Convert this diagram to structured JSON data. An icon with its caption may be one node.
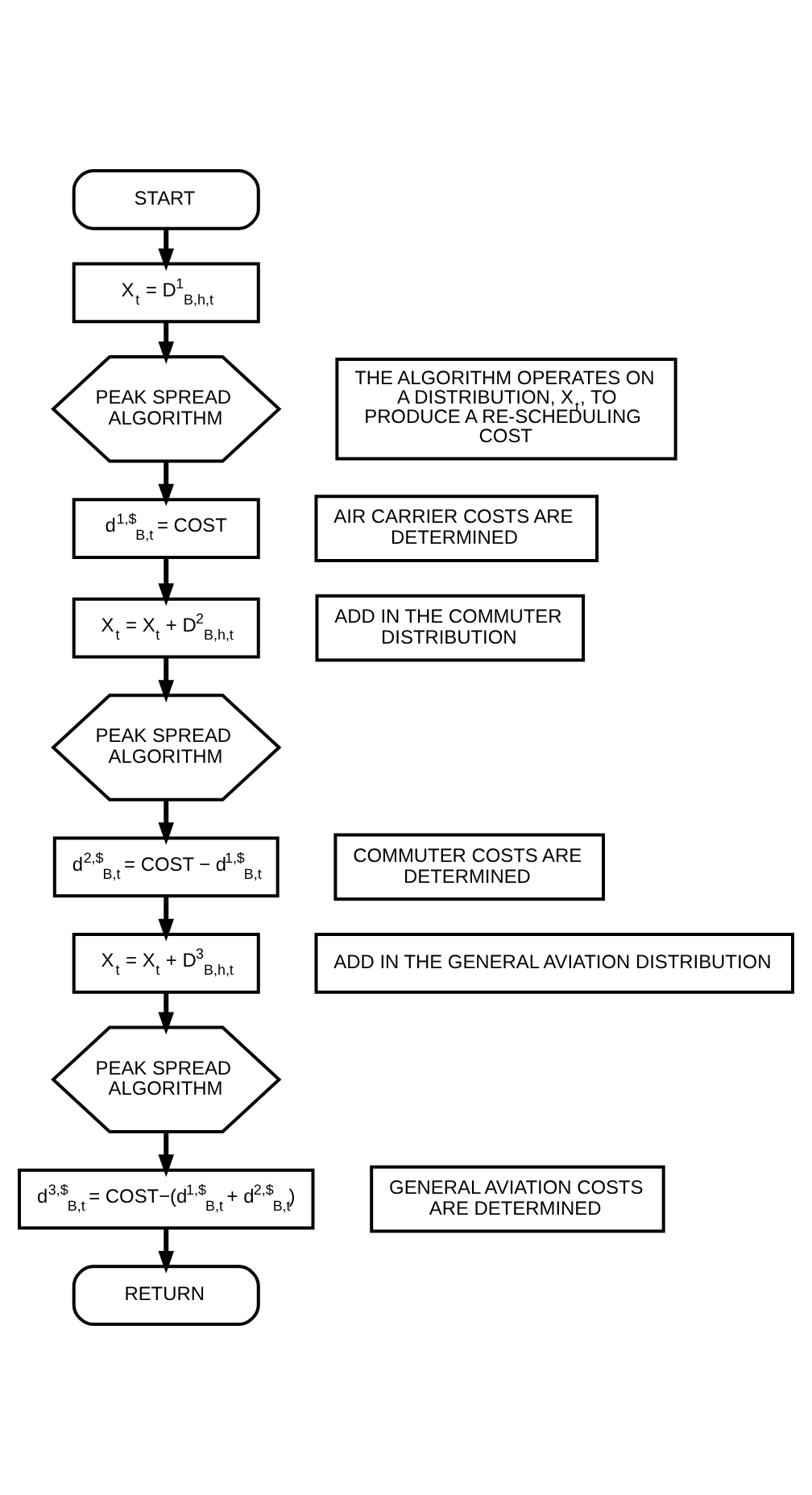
{
  "diagram": {
    "nodes": [
      {
        "text": [
          "START"
        ]
      },
      {
        "text": [
          "X$_{t}$ = D$^{1}$$_{B,h,t}$"
        ]
      },
      {
        "text": [
          "PEAK SPREAD ALGORITHM"
        ]
      },
      {
        "text": [
          "d$^{1,$}$$_{B,t}$ = COST"
        ]
      },
      {
        "text": [
          "X$_{t}$ = X$_{t}$ + D$^{2}$$_{B,h,t}$"
        ]
      },
      {
        "text": [
          "PEAK SPREAD ALGORITHM"
        ]
      },
      {
        "text": [
          "d$^{2,$}$$_{B,t}$ = COST − d$^{1,$}$$_{B,t}$"
        ]
      },
      {
        "text": [
          "X$_{t}$ = X$_{t}$ + D$^{3}$$_{B,h,t}$"
        ]
      },
      {
        "text": [
          "PEAK SPREAD ALGORITHM"
        ]
      },
      {
        "text": [
          "d$^{3,$}$$_{B,t}$ = COST−(d$^{1,$}$$_{B,t}$ + d$^{2,$}$$_{B,t}$)"
        ]
      },
      {
        "text": [
          "RETURN"
        ]
      },
      {
        "text": [
          "THE ALGORITHM OPERATES ON A DISTRIBUTION, X$_{t}$, TO PRODUCE A RE-SCHEDULING COST"
        ]
      },
      {
        "text": [
          "AIR CARRIER COSTS ARE DETERMINED"
        ]
      },
      {
        "text": [
          "ADD IN THE COMMUTER DISTRIBUTION"
        ]
      },
      {
        "text": [
          "COMMUTER COSTS ARE DETERMINED"
        ]
      },
      {
        "text": [
          "ADD IN THE GENERAL AVIATION DISTRIBUTION"
        ]
      },
      {
        "text": [
          "GENERAL AVIATION COSTS ARE DETERMINED"
        ]
      }
    ],
    "edges": [
      {
        "from": 0,
        "to": 1,
        "arrow": "to"
      },
      {
        "from": 1,
        "to": 2,
        "arrow": "to"
      },
      {
        "from": 2,
        "to": 3,
        "arrow": "to"
      },
      {
        "from": 3,
        "to": 4,
        "arrow": "to"
      },
      {
        "from": 4,
        "to": 5,
        "arrow": "to"
      },
      {
        "from": 5,
        "to": 6,
        "arrow": "to"
      },
      {
        "from": 6,
        "to": 7,
        "arrow": "to"
      },
      {
        "from": 7,
        "to": 8,
        "arrow": "to"
      },
      {
        "from": 8,
        "to": 9,
        "arrow": "to"
      },
      {
        "from": 9,
        "to": 10,
        "arrow": "to"
      }
    ]
  }
}
